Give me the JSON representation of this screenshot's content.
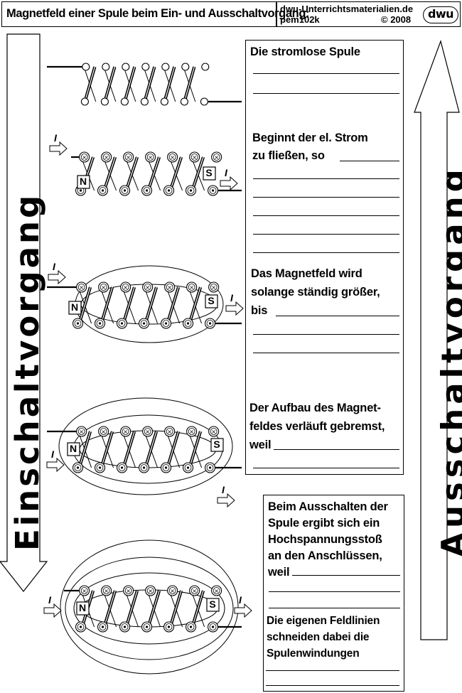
{
  "header": {
    "title": "Magnetfeld einer Spule beim Ein- und Ausschaltvorgang:",
    "source": "dwu-Unterrichtsmaterialien.de",
    "code": "pem102k",
    "year": "© 2008",
    "logo": "dwu"
  },
  "left_arrow_label": "Einschaltvorgang",
  "right_arrow_label": "Ausschaltvorgang",
  "stages": [
    {
      "prompt": [
        "Die stromlose Spule"
      ]
    },
    {
      "prompt": [
        "Beginnt der el. Strom",
        "zu fließen, so"
      ]
    },
    {
      "prompt": [
        "Das Magnetfeld wird",
        "solange ständig größer,",
        "bis"
      ]
    },
    {
      "prompt": [
        "Der Aufbau des Magnet-",
        "feldes verläuft gebremst,",
        "weil"
      ]
    },
    {
      "prompt": [
        "Beim Ausschalten der",
        "Spule ergibt sich ein",
        "Hochspannungsstoß",
        "an den Anschlüssen,",
        "weil"
      ]
    },
    {
      "prompt": [
        "Die eigenen Feldlinien",
        "schneiden dabei die",
        "Spulenwindungen"
      ]
    }
  ],
  "labels": {
    "current": "I",
    "north": "N",
    "south": "S"
  }
}
